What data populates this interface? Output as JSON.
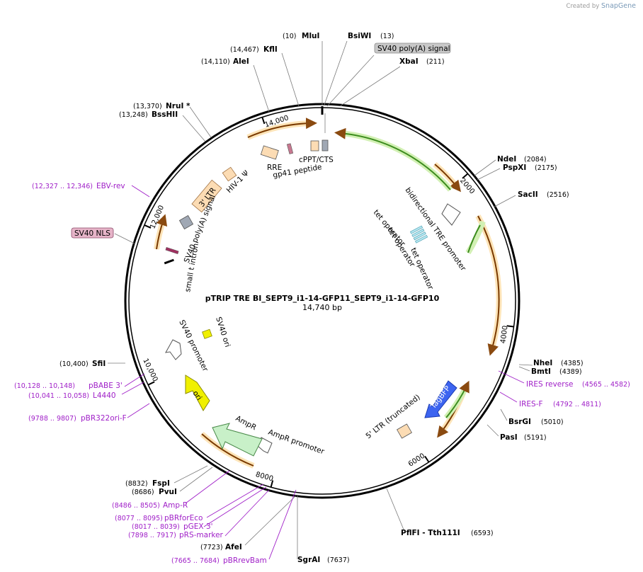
{
  "credit": {
    "prefix": "Created by",
    "brand": "SnapGene"
  },
  "map": {
    "title": "pTRIP TRE BI_SEPT9_i1-14-GFP11_SEPT9_i1-14-GFP10",
    "length_label": "14,740 bp",
    "total_bp": 14740
  },
  "ticks": [
    {
      "bp": 2000,
      "label": "2000"
    },
    {
      "bp": 4000,
      "label": "4000"
    },
    {
      "bp": 6000,
      "label": "6000"
    },
    {
      "bp": 8000,
      "label": "8000"
    },
    {
      "bp": 10000,
      "label": "10,000"
    },
    {
      "bp": 12000,
      "label": "12,000"
    },
    {
      "bp": 14000,
      "label": "14,000"
    }
  ],
  "enzymes": [
    {
      "name": "MluI",
      "pos": "(10)"
    },
    {
      "name": "BsiWI",
      "pos": "(13)"
    },
    {
      "name": "XbaI",
      "pos": "(211)"
    },
    {
      "name": "NdeI",
      "pos": "(2084)"
    },
    {
      "name": "PspXI",
      "pos": "(2175)"
    },
    {
      "name": "SacII",
      "pos": "(2516)"
    },
    {
      "name": "NheI",
      "pos": "(4385)"
    },
    {
      "name": "BmtI",
      "pos": "(4389)"
    },
    {
      "name": "BsrGI",
      "pos": "(5010)"
    },
    {
      "name": "PasI",
      "pos": "(5191)"
    },
    {
      "name": "PflFI - Tth111I",
      "pos": "(6593)"
    },
    {
      "name": "SgrAI",
      "pos": "(7637)"
    },
    {
      "name": "AfeI",
      "pos": "(7723)"
    },
    {
      "name": "FspI",
      "pos": "(8832)"
    },
    {
      "name": "PvuI",
      "pos": "(8686)"
    },
    {
      "name": "SfiI",
      "pos": "(10,400)"
    },
    {
      "name": "NruI *",
      "pos": "(13,370)"
    },
    {
      "name": "BssHII",
      "pos": "(13,248)"
    },
    {
      "name": "AleI",
      "pos": "(14,110)"
    },
    {
      "name": "KflI",
      "pos": "(14,467)"
    }
  ],
  "primers": [
    {
      "name": "IRES reverse",
      "range": "(4565 .. 4582)"
    },
    {
      "name": "IRES-F",
      "range": "(4792 .. 4811)"
    },
    {
      "name": "pBABE 3'",
      "range": "(10,128 .. 10,148)"
    },
    {
      "name": "L4440",
      "range": "(10,041 .. 10,058)"
    },
    {
      "name": "pBR322ori-F",
      "range": "(9788 .. 9807)"
    },
    {
      "name": "Amp-R",
      "range": "(8486 .. 8505)"
    },
    {
      "name": "pBRforEco",
      "range": "(8077 .. 8095)"
    },
    {
      "name": "pGEX 3'",
      "range": "(8017 .. 8039)"
    },
    {
      "name": "pRS-marker",
      "range": "(7898 .. 7917)"
    },
    {
      "name": "pBRrevBam",
      "range": "(7665 .. 7684)"
    },
    {
      "name": "EBV-rev",
      "range": "(12,327 .. 12,346)"
    }
  ],
  "boxed_features": [
    {
      "name": "SV40 poly(A) signal",
      "color": "#c8c8c8"
    },
    {
      "name": "SV40 NLS",
      "color": "#e6b4c8"
    }
  ],
  "features": {
    "cppt": "cPPT/CTS",
    "rre": "RRE",
    "gp41": "gp41 peptide",
    "bidir": "bidirectional TRE promoter",
    "teto1": "tet operator",
    "teto2": "tet operator",
    "teto3": "tet operator",
    "tagbfp": "TagBFP",
    "ltr5": "5' LTR (truncated)",
    "ampr_prom": "AmpR promoter",
    "ampr": "AmpR",
    "ori": "ori",
    "sv40_prom": "SV40 promoter",
    "sv40_ori": "SV40 ori",
    "small_t": "small t intron",
    "sv40_polya": "SV40 poly(A) signal",
    "ltr3": "3' LTR",
    "hiv": "HIV-1 Ψ"
  },
  "colors": {
    "backbone": "#000000",
    "orf_fill": "#f0b446",
    "orf_glow": "#fde4b8",
    "green_fill": "#5ab432",
    "green_glow": "#d2f0b4",
    "primer": "#a020c8",
    "tagbfp": "#3c64f0",
    "ampr_fill": "#c8f0c8",
    "ori_fill": "#f0f000",
    "ltr_fill": "#fcdcb4"
  }
}
